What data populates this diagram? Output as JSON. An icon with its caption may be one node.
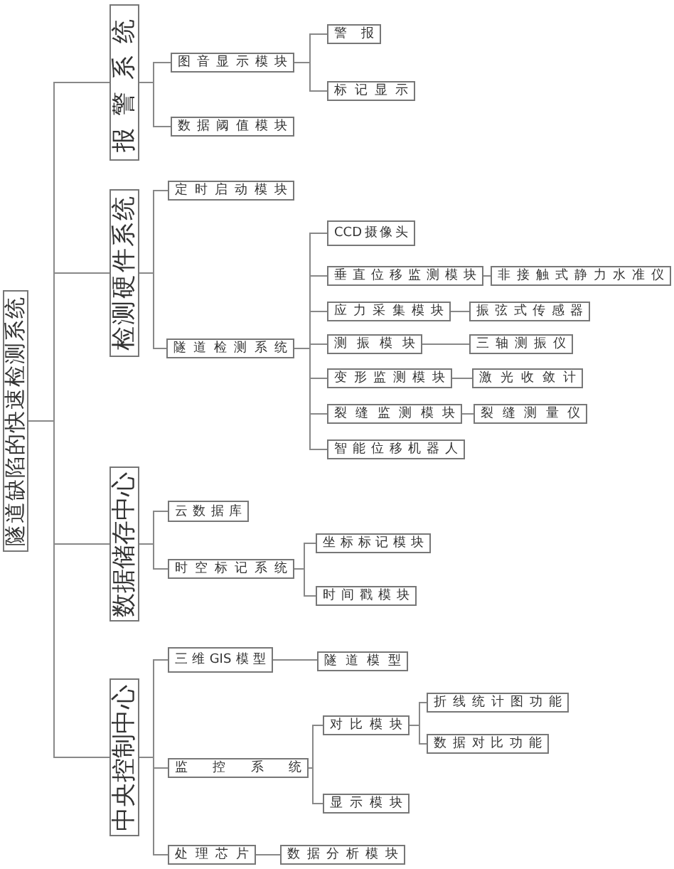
{
  "diagram": {
    "nodes": [
      {
        "text": [
          "隧道缺陷的快速检测系统"
        ]
      },
      {
        "text": [
          "报警系统"
        ]
      },
      {
        "text": [
          "图音显示模块"
        ]
      },
      {
        "text": [
          "警报"
        ]
      },
      {
        "text": [
          "标记显示"
        ]
      },
      {
        "text": [
          "数据阈值模块"
        ]
      },
      {
        "text": [
          "检测硬件系统"
        ]
      },
      {
        "text": [
          "定时启动模块"
        ]
      },
      {
        "text": [
          "隧道检测系统"
        ]
      },
      {
        "text": [
          "CCD摄像头"
        ]
      },
      {
        "text": [
          "垂直位移监测模块"
        ]
      },
      {
        "text": [
          "非接触式静力水准仪"
        ]
      },
      {
        "text": [
          "应力采集模块"
        ]
      },
      {
        "text": [
          "振弦式传感器"
        ]
      },
      {
        "text": [
          "测振模块"
        ]
      },
      {
        "text": [
          "三轴测振仪"
        ]
      },
      {
        "text": [
          "变形监测模块"
        ]
      },
      {
        "text": [
          "激光收敛计"
        ]
      },
      {
        "text": [
          "裂缝监测模块"
        ]
      },
      {
        "text": [
          "裂缝测量仪"
        ]
      },
      {
        "text": [
          "智能位移机器人"
        ]
      },
      {
        "text": [
          "数据储存中心"
        ]
      },
      {
        "text": [
          "云数据库"
        ]
      },
      {
        "text": [
          "时空标记系统"
        ]
      },
      {
        "text": [
          "坐标标记模块"
        ]
      },
      {
        "text": [
          "时间戳模块"
        ]
      },
      {
        "text": [
          "中央控制中心"
        ]
      },
      {
        "text": [
          "三维GIS模型"
        ]
      },
      {
        "text": [
          "隧道模型"
        ]
      },
      {
        "text": [
          "监控系统"
        ]
      },
      {
        "text": [
          "对比模块"
        ]
      },
      {
        "text": [
          "折线统计图功能"
        ]
      },
      {
        "text": [
          "数据对比功能"
        ]
      },
      {
        "text": [
          "显示模块"
        ]
      },
      {
        "text": [
          "处理芯片"
        ]
      },
      {
        "text": [
          "数据分析模块"
        ]
      }
    ],
    "edges": [
      {
        "from": 0,
        "to": 1,
        "arrow": "none"
      },
      {
        "from": 0,
        "to": 6,
        "arrow": "none"
      },
      {
        "from": 0,
        "to": 21,
        "arrow": "none"
      },
      {
        "from": 0,
        "to": 26,
        "arrow": "none"
      },
      {
        "from": 1,
        "to": 2,
        "arrow": "none"
      },
      {
        "from": 1,
        "to": 5,
        "arrow": "none"
      },
      {
        "from": 2,
        "to": 3,
        "arrow": "none"
      },
      {
        "from": 2,
        "to": 4,
        "arrow": "none"
      },
      {
        "from": 6,
        "to": 7,
        "arrow": "none"
      },
      {
        "from": 6,
        "to": 8,
        "arrow": "none"
      },
      {
        "from": 8,
        "to": 9,
        "arrow": "none"
      },
      {
        "from": 8,
        "to": 10,
        "arrow": "none"
      },
      {
        "from": 8,
        "to": 12,
        "arrow": "none"
      },
      {
        "from": 8,
        "to": 14,
        "arrow": "none"
      },
      {
        "from": 8,
        "to": 16,
        "arrow": "none"
      },
      {
        "from": 8,
        "to": 18,
        "arrow": "none"
      },
      {
        "from": 8,
        "to": 20,
        "arrow": "none"
      },
      {
        "from": 10,
        "to": 11,
        "arrow": "none"
      },
      {
        "from": 12,
        "to": 13,
        "arrow": "none"
      },
      {
        "from": 14,
        "to": 15,
        "arrow": "none"
      },
      {
        "from": 16,
        "to": 17,
        "arrow": "none"
      },
      {
        "from": 18,
        "to": 19,
        "arrow": "none"
      },
      {
        "from": 21,
        "to": 22,
        "arrow": "none"
      },
      {
        "from": 21,
        "to": 23,
        "arrow": "none"
      },
      {
        "from": 23,
        "to": 24,
        "arrow": "none"
      },
      {
        "from": 23,
        "to": 25,
        "arrow": "none"
      },
      {
        "from": 26,
        "to": 27,
        "arrow": "none"
      },
      {
        "from": 26,
        "to": 29,
        "arrow": "none"
      },
      {
        "from": 26,
        "to": 34,
        "arrow": "none"
      },
      {
        "from": 27,
        "to": 28,
        "arrow": "none"
      },
      {
        "from": 29,
        "to": 30,
        "arrow": "none"
      },
      {
        "from": 29,
        "to": 33,
        "arrow": "none"
      },
      {
        "from": 30,
        "to": 31,
        "arrow": "none"
      },
      {
        "from": 30,
        "to": 32,
        "arrow": "none"
      },
      {
        "from": 34,
        "to": 35,
        "arrow": "none"
      }
    ]
  }
}
